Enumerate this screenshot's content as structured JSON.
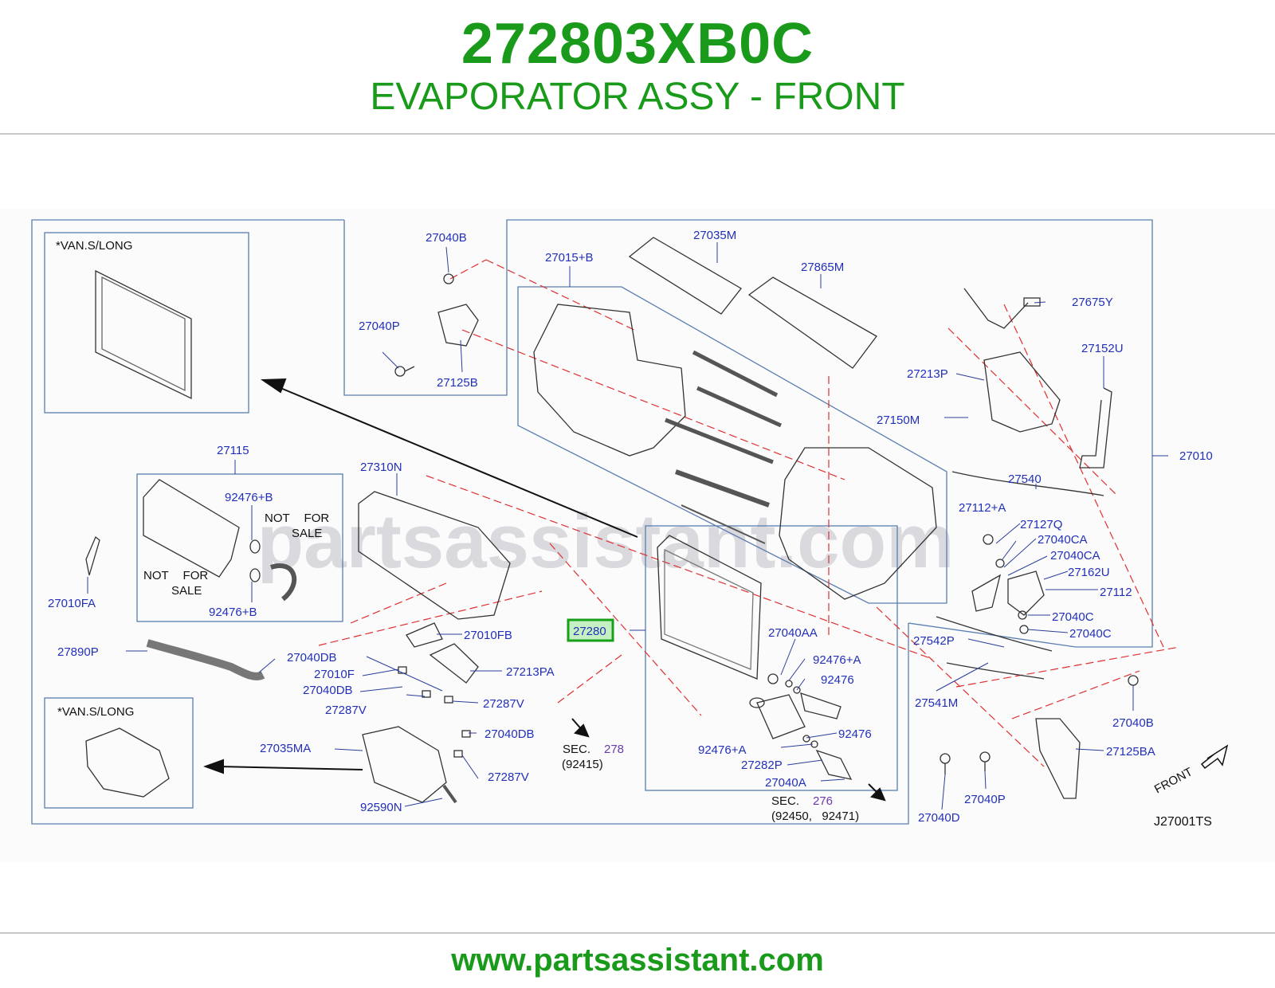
{
  "header": {
    "part_number": "272803XB0C",
    "description": "EVAPORATOR ASSY - FRONT"
  },
  "footer": {
    "url": "www.partsassistant.com"
  },
  "diagram": {
    "watermark": "partsassistant.com",
    "code": "J27001TS",
    "front_label": "FRONT",
    "inset_labels": [
      "*VAN.S/LONG",
      "*VAN.S/LONG"
    ],
    "not_for_sale": [
      "NOT FOR",
      "SALE"
    ],
    "sec_278": {
      "sec": "SEC.",
      "num": "278",
      "sub": "(92415)"
    },
    "sec_276": {
      "sec": "SEC.",
      "num": "276",
      "sub": "(92450,   92471)"
    },
    "highlighted_part": "27280",
    "callouts": [
      "27040B",
      "27040P",
      "27125B",
      "27015+B",
      "27035M",
      "27865M",
      "27675Y",
      "27152U",
      "27213P",
      "27150M",
      "27010",
      "27540",
      "27112+A",
      "27127Q",
      "27040CA",
      "27040CA",
      "27162U",
      "27112",
      "27040C",
      "27040C",
      "27542P",
      "27541M",
      "27040B",
      "27125BA",
      "27040P",
      "27040D",
      "27115",
      "92476+B",
      "92476+B",
      "27010FA",
      "27310N",
      "27010FB",
      "27890P",
      "27040DB",
      "27010F",
      "27040DB",
      "27213PA",
      "27287V",
      "27287V",
      "27040DB",
      "27035MA",
      "27287V",
      "92590N",
      "27040AA",
      "92476+A",
      "92476",
      "92476",
      "92476+A",
      "27282P",
      "27040A"
    ]
  }
}
